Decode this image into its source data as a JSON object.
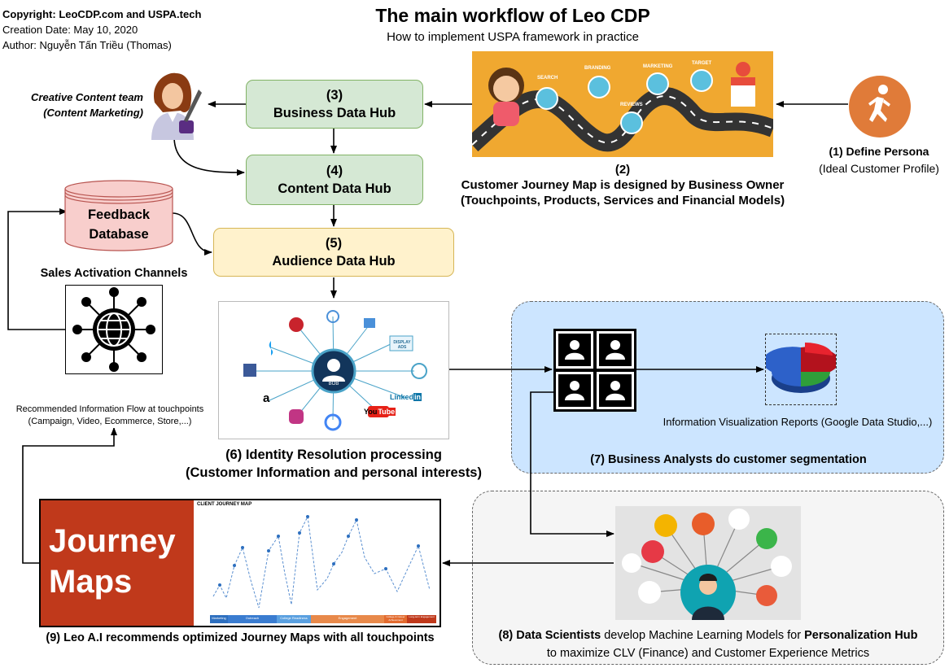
{
  "meta": {
    "copyright": "Copyright: LeoCDP.com and USPA.tech",
    "creation_date": "Creation Date: May 10, 2020",
    "author": "Author: Nguyễn Tấn Triều (Thomas)"
  },
  "title": "The main workflow of Leo CDP",
  "subtitle": "How to implement USPA framework in practice",
  "persona": {
    "line1": "(1) Define Persona",
    "line2": "(Ideal Customer Profile)"
  },
  "journey_map": {
    "line1": "(2)",
    "line2": "Customer Journey Map is designed by Business Owner",
    "line3": "(Touchpoints, Products, Services and Financial Models)",
    "pins": [
      "SEARCH",
      "BRANDING",
      "REVIEWS",
      "MARKETING",
      "TARGET"
    ]
  },
  "content_team": {
    "line1": "Creative Content team",
    "line2": "(Content Marketing)"
  },
  "hubs": [
    {
      "num": "(3)",
      "name": "Business Data Hub"
    },
    {
      "num": "(4)",
      "name": "Content Data Hub"
    },
    {
      "num": "(5)",
      "name": "Audience Data Hub"
    }
  ],
  "feedback_db": {
    "line1": "Feedback",
    "line2": "Database"
  },
  "sales_channels": {
    "title": "Sales Activation Channels"
  },
  "recommended_flow": {
    "line1": "Recommended Information Flow at touchpoints",
    "line2": "(Campaign, Video, Ecommerce, Store,...)"
  },
  "identity": {
    "line1": "(6) Identity Resolution processing",
    "line2": "(Customer Information and personal interests)",
    "center": "BOB",
    "display_ads": "DISPLAY ADS",
    "linkedin": "Linked",
    "linkedin_in": "in",
    "youtube_you": "You",
    "youtube_tube": "Tube",
    "amazon": "a"
  },
  "segmentation": {
    "caption": "(7) Business Analysts do customer segmentation",
    "reports": "Information Visualization Reports (Google Data Studio,...)"
  },
  "data_science": {
    "num": "(8) ",
    "who": "Data Scientists",
    "mid": " develop Machine Learning Models for ",
    "hub": "Personalization Hub",
    "line2": "to maximize CLV (Finance) and Customer Experience Metrics"
  },
  "journey_maps": {
    "word1": "Journey",
    "word2": "Maps",
    "chart_title": "CLIENT JOURNEY MAP",
    "stages": [
      "Marketing",
      "Outreach",
      "College Readiness",
      "Engagement",
      "College & Career Achievement",
      "Long-term Engagement"
    ],
    "caption": "(9) Leo A.I recommends optimized Journey Maps with all touchpoints"
  },
  "colors": {
    "hub_green": "#d5e8d4",
    "hub_yellow": "#fff2cc",
    "db_red": "#f8cecc",
    "panel_blue": "#cce5ff",
    "panel_grey": "#f5f5f5",
    "journey_orange": "#f0a830",
    "journey_maps_red": "#c0391b",
    "persona_orange": "#e07b39"
  }
}
